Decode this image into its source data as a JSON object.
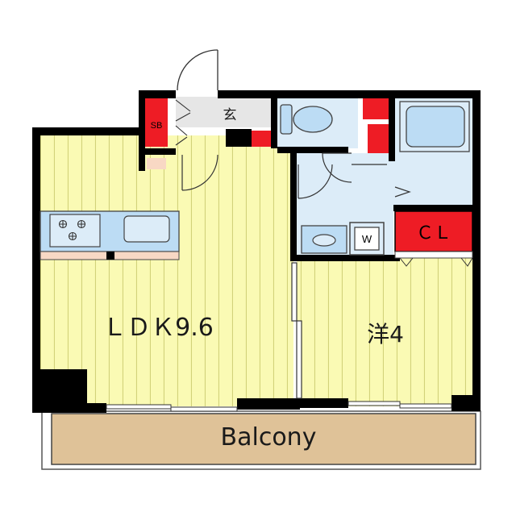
{
  "rooms": {
    "ldk": "ＬＤＫ9.6",
    "western": "洋4",
    "balcony": "Balcony",
    "entrance": "玄",
    "shoe_box": "SB",
    "closet": "ＣＬ",
    "washer": "W"
  },
  "colors": {
    "floor_wood": "#fafab4",
    "floor_stripe": "#d8d87a",
    "wet_area": "#dcecf8",
    "fixture": "#bcdcf4",
    "entrance_floor": "#e6e6e6",
    "wall": "#000000",
    "accent_red": "#ee1c25",
    "balcony": "#dfc298",
    "kitchen_counter": "#f8d8c4"
  }
}
